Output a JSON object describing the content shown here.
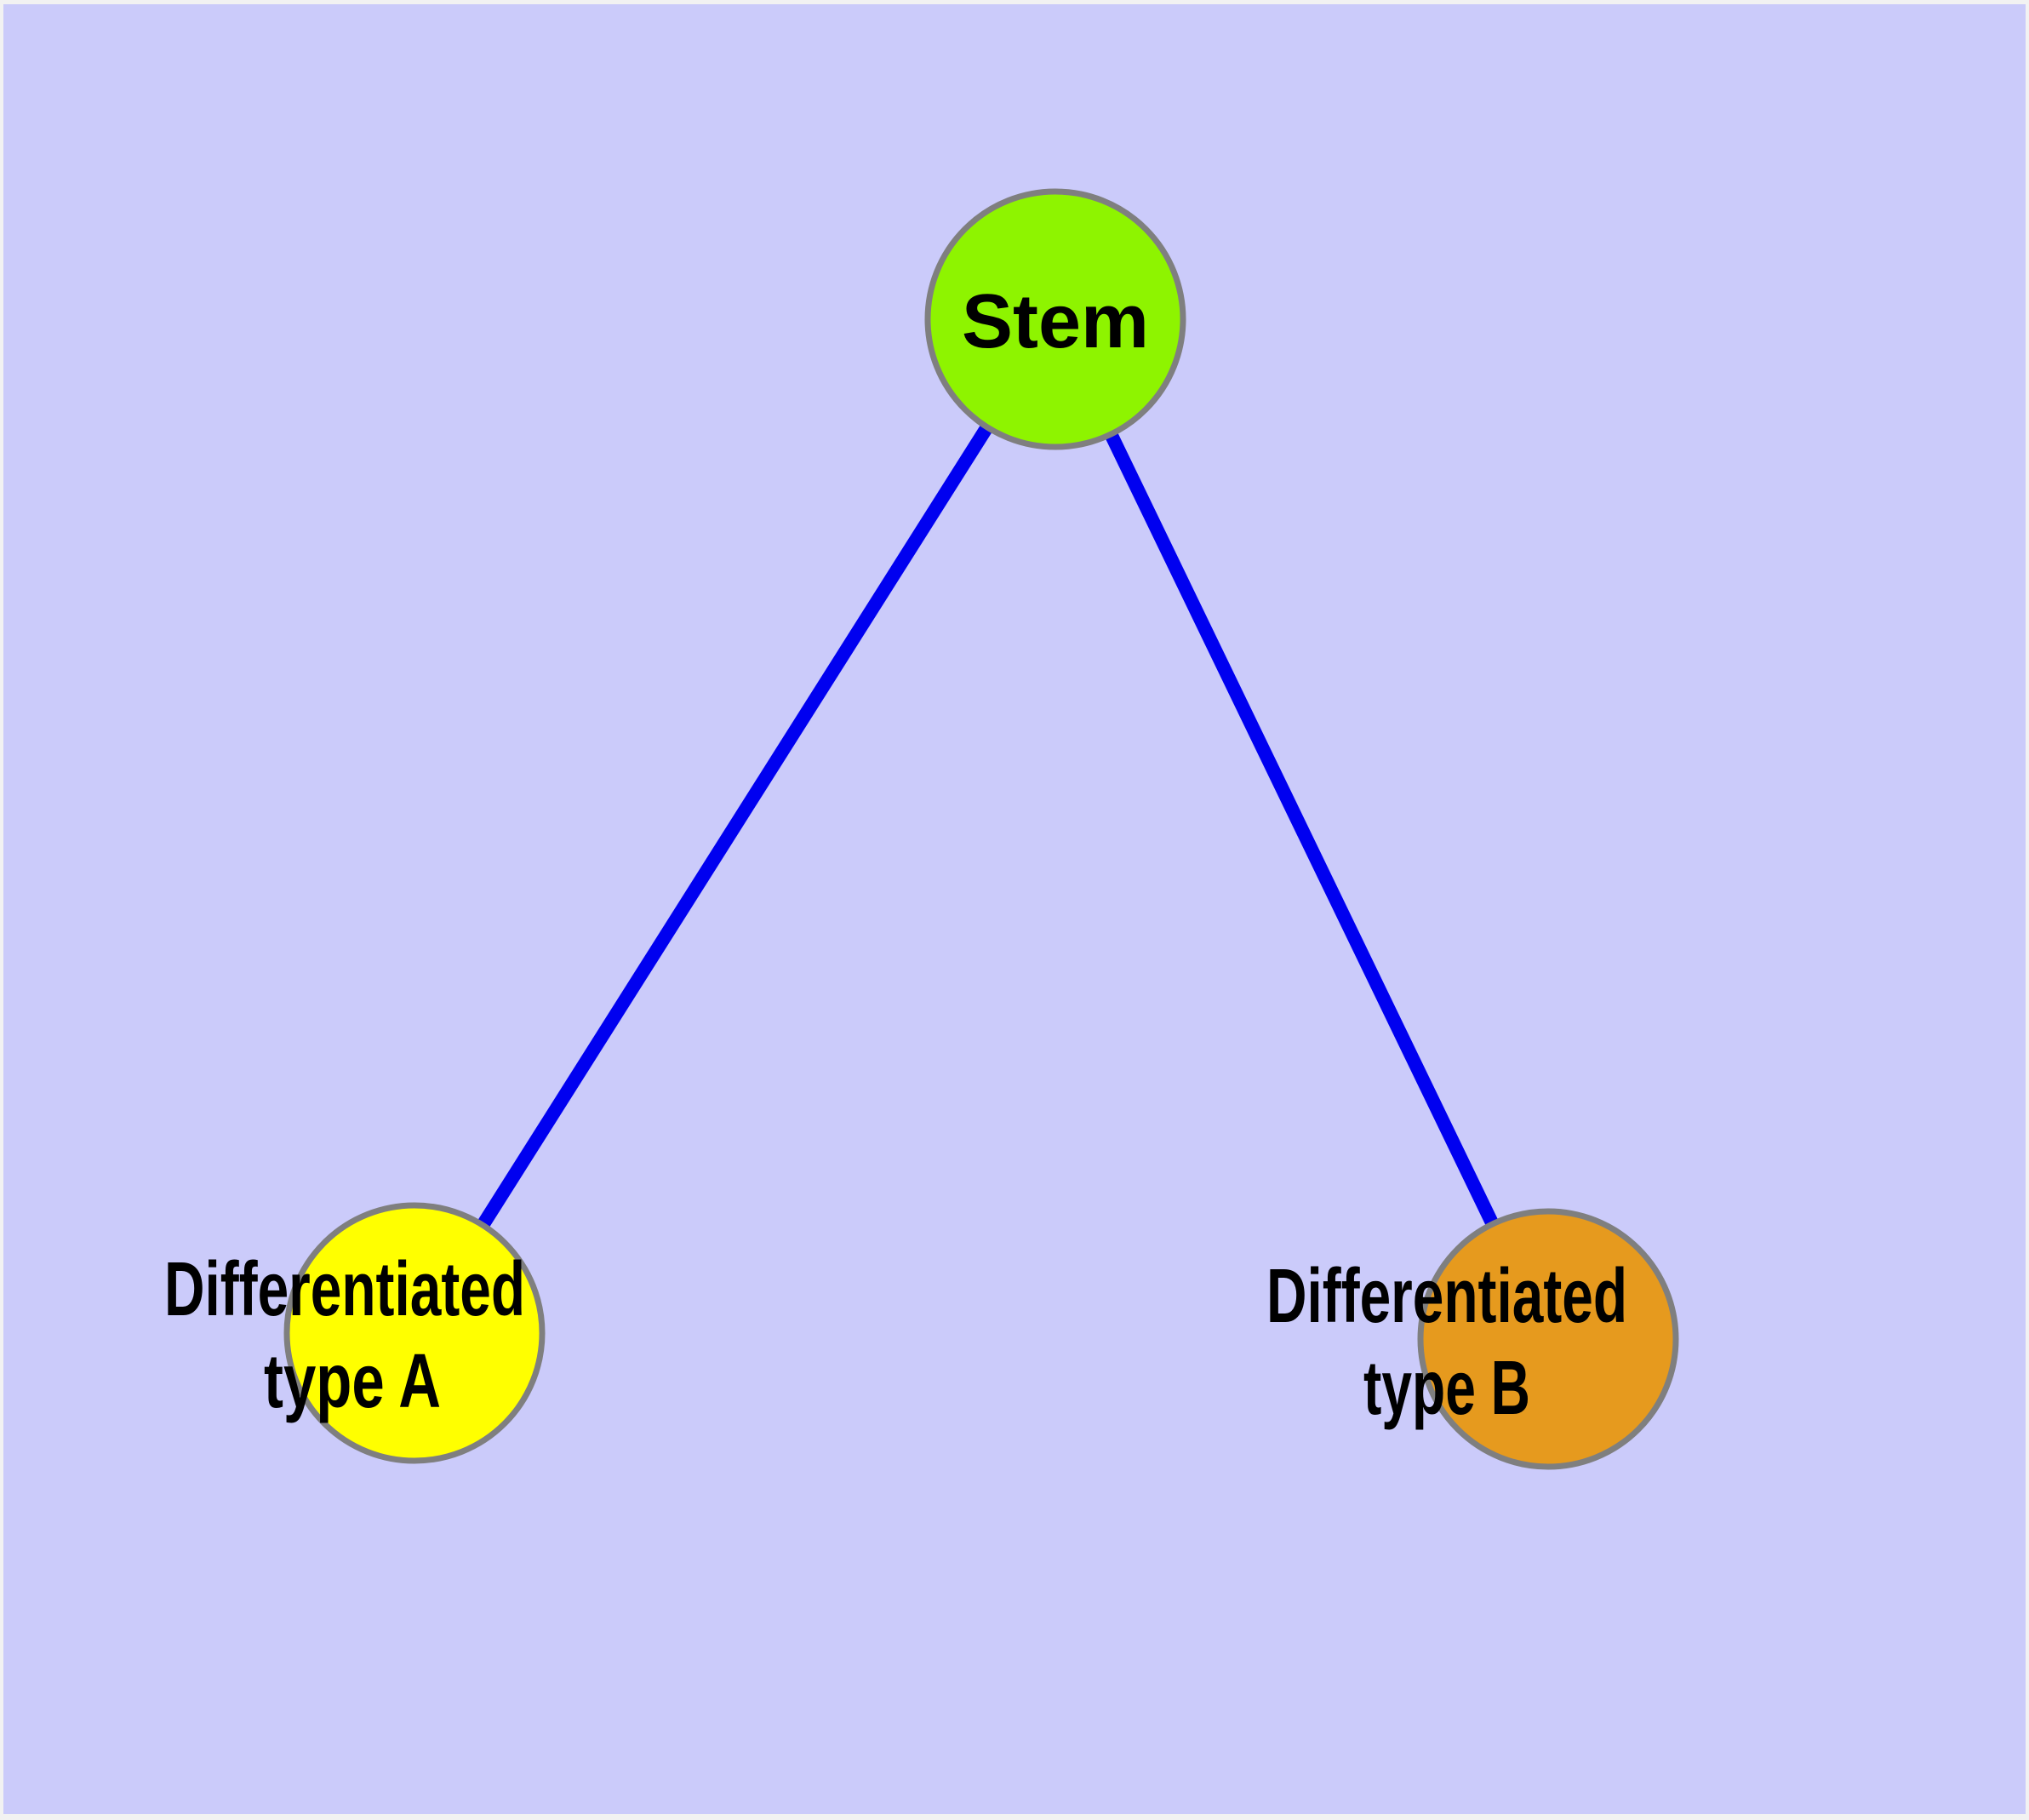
{
  "diagram": {
    "type": "graph",
    "colors": {
      "background": "#CBCBFA",
      "frame": "#F2F2F2",
      "edge": "#0000F0",
      "node_border": "#7F7F7F",
      "label_text": "#000000"
    },
    "nodes": [
      {
        "id": "stem",
        "label_lines": [
          "Stem"
        ],
        "fill": "#8EF400"
      },
      {
        "id": "differentiated-type-a",
        "label_lines": [
          "Differentiated",
          "type A"
        ],
        "fill": "#FFFF00"
      },
      {
        "id": "differentiated-type-b",
        "label_lines": [
          "Differentiated",
          "type B"
        ],
        "fill": "#E69A1E"
      }
    ],
    "edges": [
      {
        "from": "stem",
        "to": "differentiated-type-a"
      },
      {
        "from": "stem",
        "to": "differentiated-type-b"
      }
    ]
  }
}
